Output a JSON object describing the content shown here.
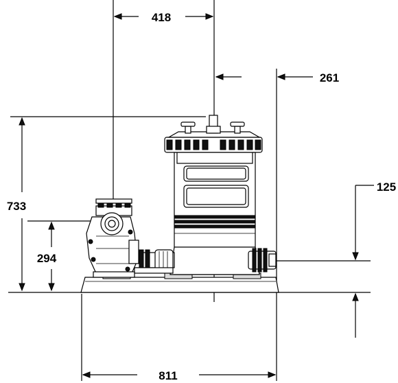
{
  "dimensions": {
    "pump_to_filter_center": "418",
    "filter_center_to_edge": "261",
    "overall_height": "733",
    "inlet_height": "125",
    "pump_port_height": "294",
    "overall_width": "811"
  },
  "colors": {
    "line": "#000000",
    "background": "#ffffff"
  }
}
